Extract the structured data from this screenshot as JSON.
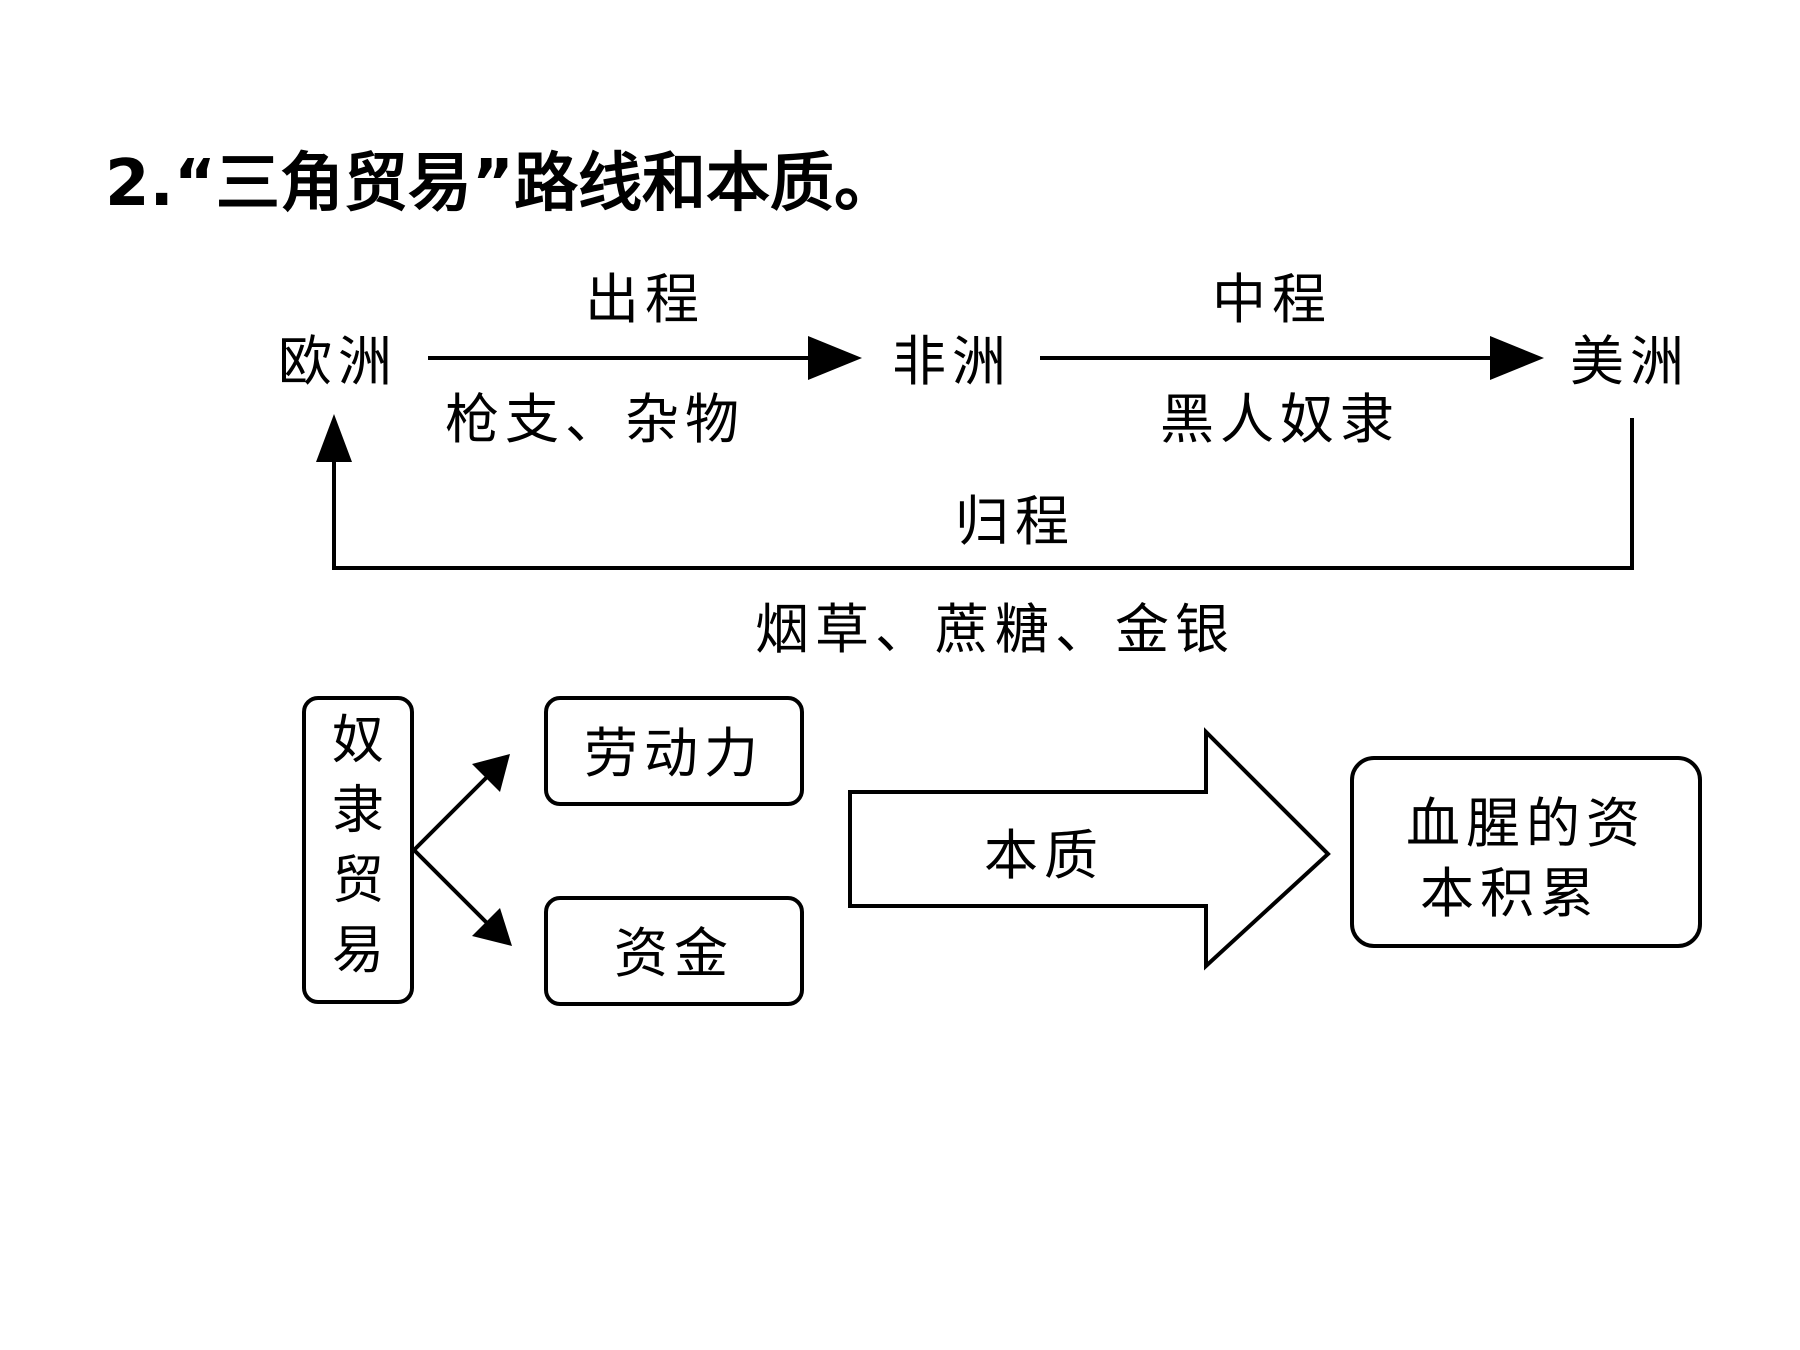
{
  "title": "2.“三角贸易”路线和本质。",
  "route": {
    "europe": "欧洲",
    "africa": "非洲",
    "america": "美洲",
    "outbound_label": "出程",
    "outbound_goods": "枪支、杂物",
    "middle_label": "中程",
    "middle_goods": "黑人奴隶",
    "return_label": "归程",
    "return_goods": "烟草、蔗糖、金银"
  },
  "essence": {
    "slave_trade_chars": [
      "奴",
      "隶",
      "贸",
      "易"
    ],
    "labor": "劳动力",
    "capital": "资金",
    "arrow_label": "本质",
    "result_line1": "血腥的资",
    "result_line2": "本积累"
  }
}
